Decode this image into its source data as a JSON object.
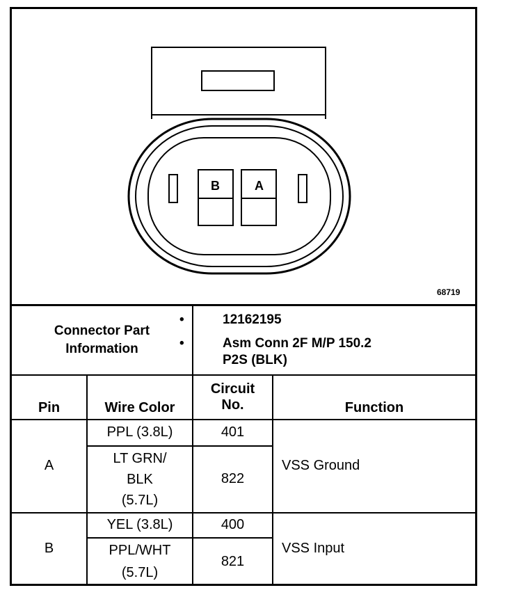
{
  "figure_number": "68719",
  "connector": {
    "cavity_labels": [
      "B",
      "A"
    ]
  },
  "part_info": {
    "label_line1": "Connector Part",
    "label_line2": "Information",
    "bullets": [
      "12162195",
      "Asm Conn 2F M/P 150.2",
      "P2S (BLK)"
    ]
  },
  "headers": {
    "pin": "Pin",
    "wire_color": "Wire Color",
    "circuit_line1": "Circuit",
    "circuit_line2": "No.",
    "function": "Function"
  },
  "rows": [
    {
      "pin": "A",
      "function": "VSS Ground",
      "wires": [
        {
          "color_lines": [
            "PPL (3.8L)"
          ],
          "circuit": "401"
        },
        {
          "color_lines": [
            "LT GRN/",
            "BLK",
            "(5.7L)"
          ],
          "circuit": "822"
        }
      ]
    },
    {
      "pin": "B",
      "function": "VSS Input",
      "wires": [
        {
          "color_lines": [
            "YEL (3.8L)"
          ],
          "circuit": "400"
        },
        {
          "color_lines": [
            "PPL/WHT",
            "(5.7L)"
          ],
          "circuit": "821"
        }
      ]
    }
  ]
}
